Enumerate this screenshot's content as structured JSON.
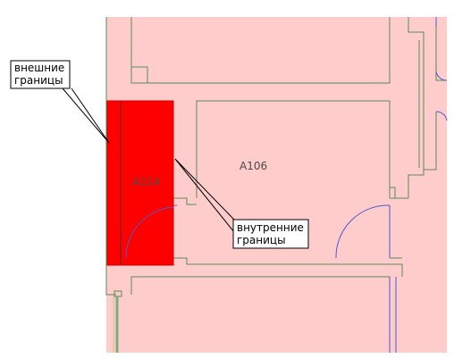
{
  "rooms": {
    "a114": "А114",
    "a106": "А106"
  },
  "callouts": {
    "outer": {
      "line1": "внешние",
      "line2": "границы"
    },
    "inner": {
      "line1": "внутренние",
      "line2": "границы"
    }
  },
  "colors": {
    "room_fill": "#ffcccc",
    "selected_room": "#ff0000",
    "wall_line": "#5a8a5a",
    "door_line": "#4a5ad0",
    "background": "#ffffff"
  }
}
